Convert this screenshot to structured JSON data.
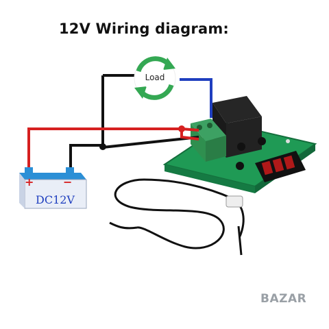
{
  "diagram": {
    "title": "12V Wiring diagram:",
    "load_label": "Load",
    "battery": {
      "label": "DC12V",
      "plus_symbol": "+",
      "minus_symbol": "−"
    }
  },
  "watermark": {
    "text": "BAZAR"
  },
  "colors": {
    "wire_positive": "#d62020",
    "wire_negative": "#111111",
    "wire_load": "#1f3fbf",
    "pcb": "#1f9a55",
    "relay": "#1d1d1d",
    "terminal": "#2f8f4f",
    "display": "#b01919",
    "battery_body": "#e9eef7",
    "battery_top": "#2b8fd6",
    "load_arrow": "#34a853"
  },
  "icons": {
    "load": "cycle-arrows-icon",
    "battery": "battery-icon",
    "sensor": "temperature-probe-icon",
    "watermark": "bazar-logo"
  }
}
